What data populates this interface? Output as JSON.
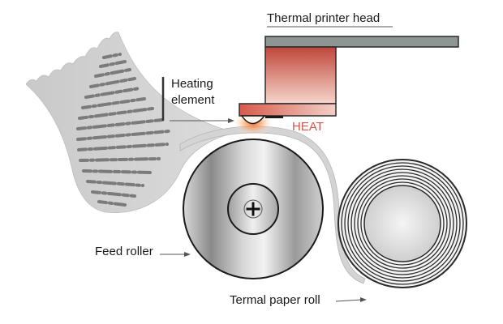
{
  "labels": {
    "printer_head": "Thermal printer head",
    "heating_line1": "Heating",
    "heating_line2": "element",
    "heat": "HEAT",
    "feed_roller": "Feed roller",
    "paper_roll": "Termal paper roll"
  },
  "icons": {
    "axle": "plus-icon"
  },
  "colors": {
    "heat_text": "#d9534a",
    "head_fill_dark": "#c0463a",
    "head_fill_light": "#f6d6cc",
    "head_bar": "#8e9694",
    "roller_metal": "#b4b4b4",
    "paper": "#d2d2d2",
    "paper_lines": "#7b7b7b"
  }
}
